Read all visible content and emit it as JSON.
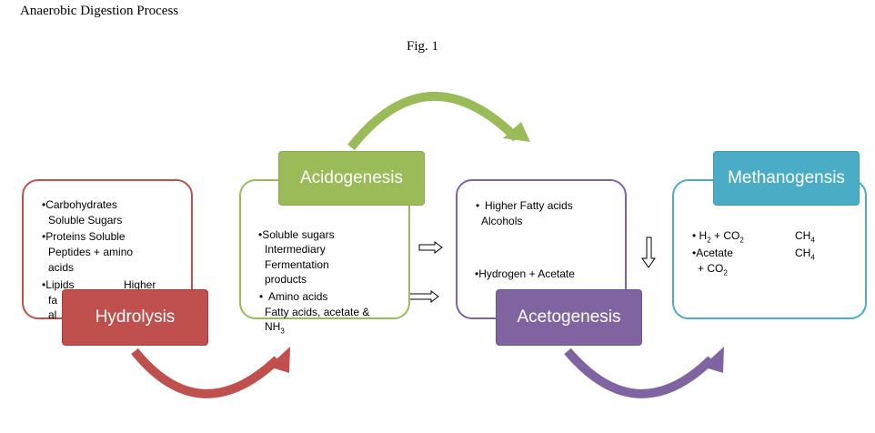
{
  "header": {
    "title": "Anaerobic Digestion Process",
    "figure": "Fig. 1"
  },
  "stages": {
    "hydrolysis": {
      "label": "Hydrolysis",
      "color": "#c0504d",
      "lines": [
        "•Carbohydrates",
        "Soluble Sugars",
        "•Proteins  Soluble",
        "Peptides + amino",
        "acids",
        "•Lipids",
        "Higher",
        "fa",
        "al"
      ]
    },
    "acidogenesis": {
      "label": "Acidogenesis",
      "color": "#9bbb59",
      "lines": [
        "•Soluble sugars",
        "Intermediary",
        "Fermentation",
        "products",
        "•",
        "Amino acids",
        "Fatty acids, acetate &",
        "NH",
        "3"
      ]
    },
    "acetogenesis": {
      "label": "Acetogenesis",
      "color": "#8064a2",
      "lines": [
        "•",
        "Higher Fatty acids",
        "Alcohols",
        "•Hydrogen + Acetate"
      ]
    },
    "methanogenesis": {
      "label": "Methanogensis",
      "color": "#4bacc6",
      "lines": [
        "•",
        "H",
        "2",
        " + CO",
        "2",
        "CH",
        "4",
        "•Acetate",
        "CH",
        "4",
        "+ CO",
        "2"
      ]
    }
  }
}
